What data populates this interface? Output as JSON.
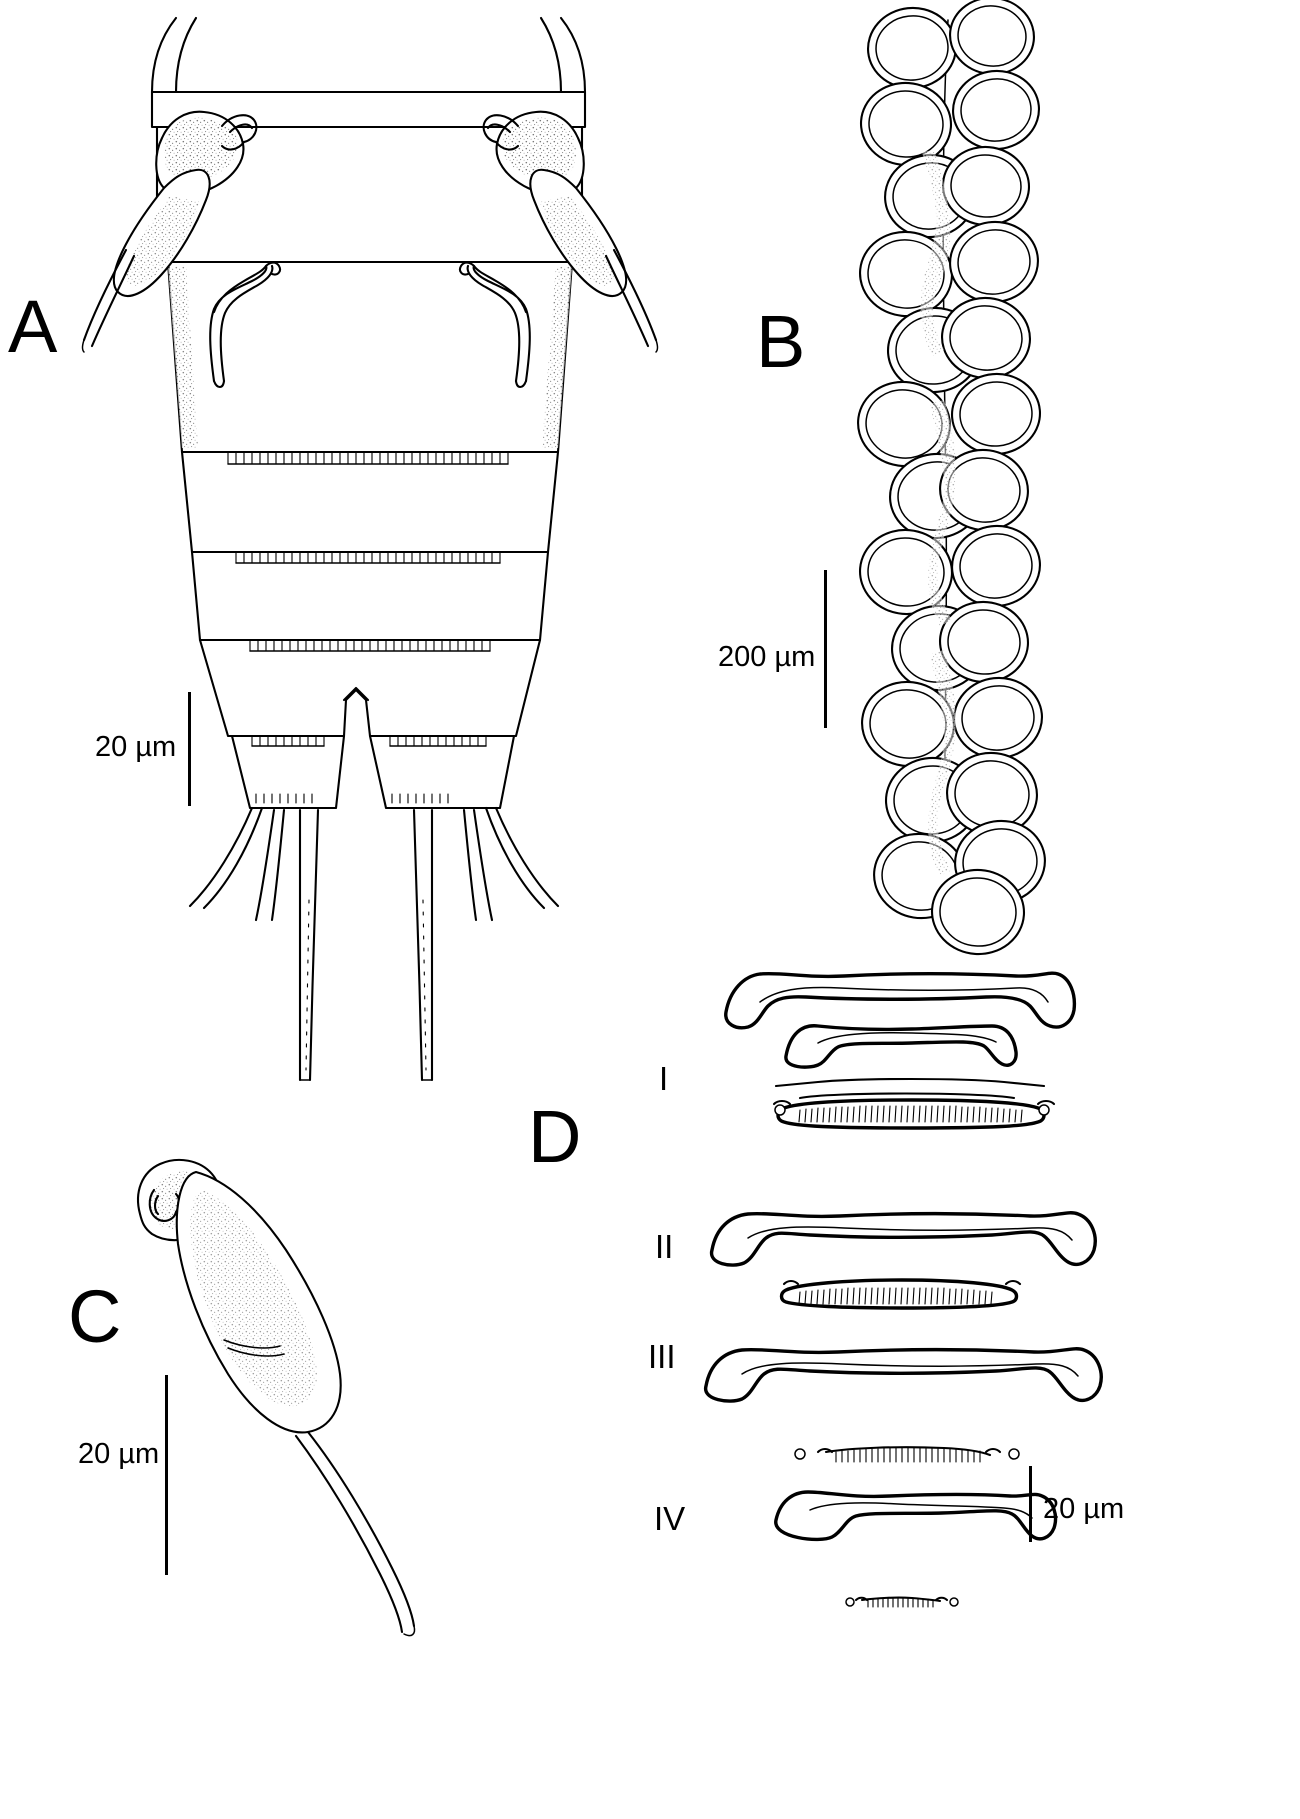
{
  "figure": {
    "type": "scientific-line-drawing-plate",
    "subject": "copepod morphology plate (line drawings)",
    "background_color": "#ffffff",
    "ink_color": "#000000",
    "panels": [
      {
        "id": "A",
        "label": "A",
        "description": "dorsal view of urosome with caudal rami and setae",
        "scale_bar": {
          "label": "20 µm",
          "orientation": "vertical"
        }
      },
      {
        "id": "B",
        "label": "B",
        "description": "egg sac with multiple ovoid eggs",
        "scale_bar": {
          "label": "200 µm",
          "orientation": "vertical"
        }
      },
      {
        "id": "C",
        "label": "C",
        "description": "single appendage segment with terminal seta",
        "scale_bar": {
          "label": "20 µm",
          "orientation": "vertical"
        }
      },
      {
        "id": "D",
        "label": "D",
        "description": "swimming legs I–IV intercoxal sclerites",
        "sub_labels": [
          "I",
          "II",
          "III",
          "IV"
        ],
        "scale_bar": {
          "label": "20 µm",
          "orientation": "vertical"
        }
      }
    ],
    "scale_bars": {
      "panel_a": "20 µm",
      "panel_b": "200 µm",
      "panel_c": "20 µm",
      "panel_d": "20 µm"
    }
  }
}
